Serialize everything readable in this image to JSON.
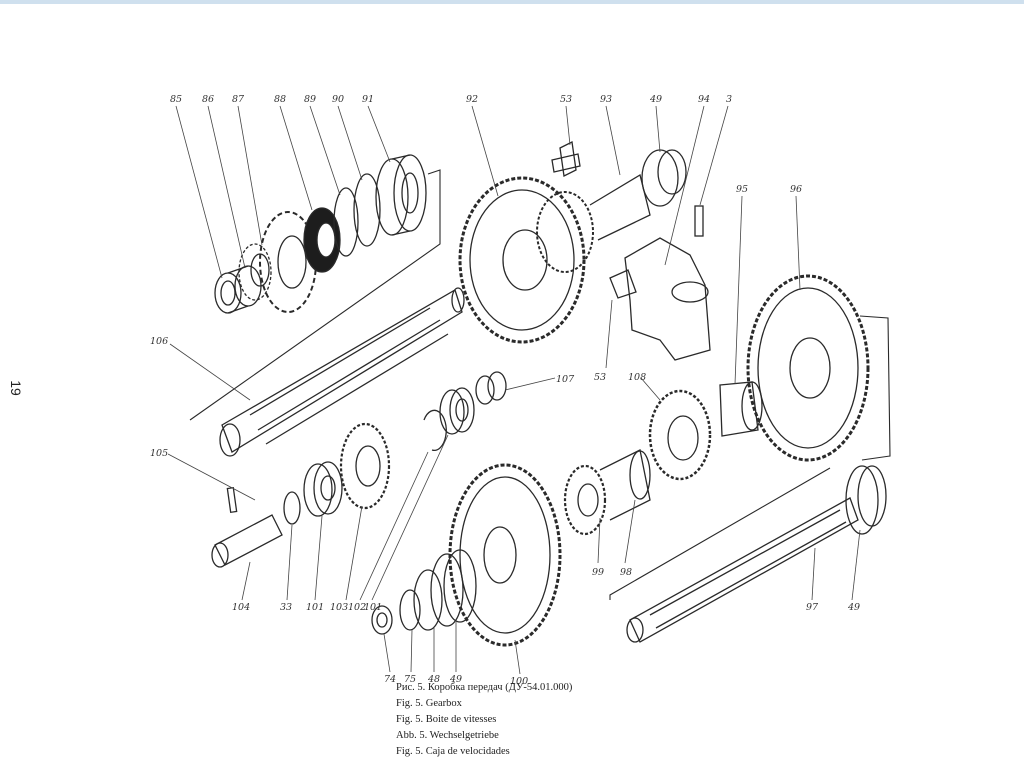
{
  "page_number": "19",
  "colors": {
    "ink": "#2a2a2a",
    "paper": "#ffffff",
    "top_stripe": "#cfe0ee"
  },
  "callouts": [
    {
      "id": "c85",
      "label": "85"
    },
    {
      "id": "c86",
      "label": "86"
    },
    {
      "id": "c87",
      "label": "87"
    },
    {
      "id": "c88",
      "label": "88"
    },
    {
      "id": "c89",
      "label": "89"
    },
    {
      "id": "c90",
      "label": "90"
    },
    {
      "id": "c91",
      "label": "91"
    },
    {
      "id": "c92",
      "label": "92"
    },
    {
      "id": "c53a",
      "label": "53"
    },
    {
      "id": "c93",
      "label": "93"
    },
    {
      "id": "c49a",
      "label": "49"
    },
    {
      "id": "c94",
      "label": "94"
    },
    {
      "id": "c3",
      "label": "3"
    },
    {
      "id": "c95",
      "label": "95"
    },
    {
      "id": "c96",
      "label": "96"
    },
    {
      "id": "c106",
      "label": "106"
    },
    {
      "id": "c107",
      "label": "107"
    },
    {
      "id": "c53b",
      "label": "53"
    },
    {
      "id": "c108",
      "label": "108"
    },
    {
      "id": "c105",
      "label": "105"
    },
    {
      "id": "c104",
      "label": "104"
    },
    {
      "id": "c33",
      "label": "33"
    },
    {
      "id": "c101",
      "label": "101"
    },
    {
      "id": "c103",
      "label": "103"
    },
    {
      "id": "c102",
      "label": "102"
    },
    {
      "id": "c101b",
      "label": "101"
    },
    {
      "id": "c99",
      "label": "99"
    },
    {
      "id": "c98",
      "label": "98"
    },
    {
      "id": "c97",
      "label": "97"
    },
    {
      "id": "c49b",
      "label": "49"
    },
    {
      "id": "c74",
      "label": "74"
    },
    {
      "id": "c75",
      "label": "75"
    },
    {
      "id": "c48",
      "label": "48"
    },
    {
      "id": "c49c",
      "label": "49"
    },
    {
      "id": "c100",
      "label": "100"
    }
  ],
  "captions": [
    "Рис. 5. Коробка передач (ДУ-54.01.000)",
    "Fig. 5. Gearbox",
    "Fig. 5. Boite de vitesses",
    "Abb. 5. Wechselgetriebe",
    "Fig. 5. Caja de velocidades"
  ]
}
